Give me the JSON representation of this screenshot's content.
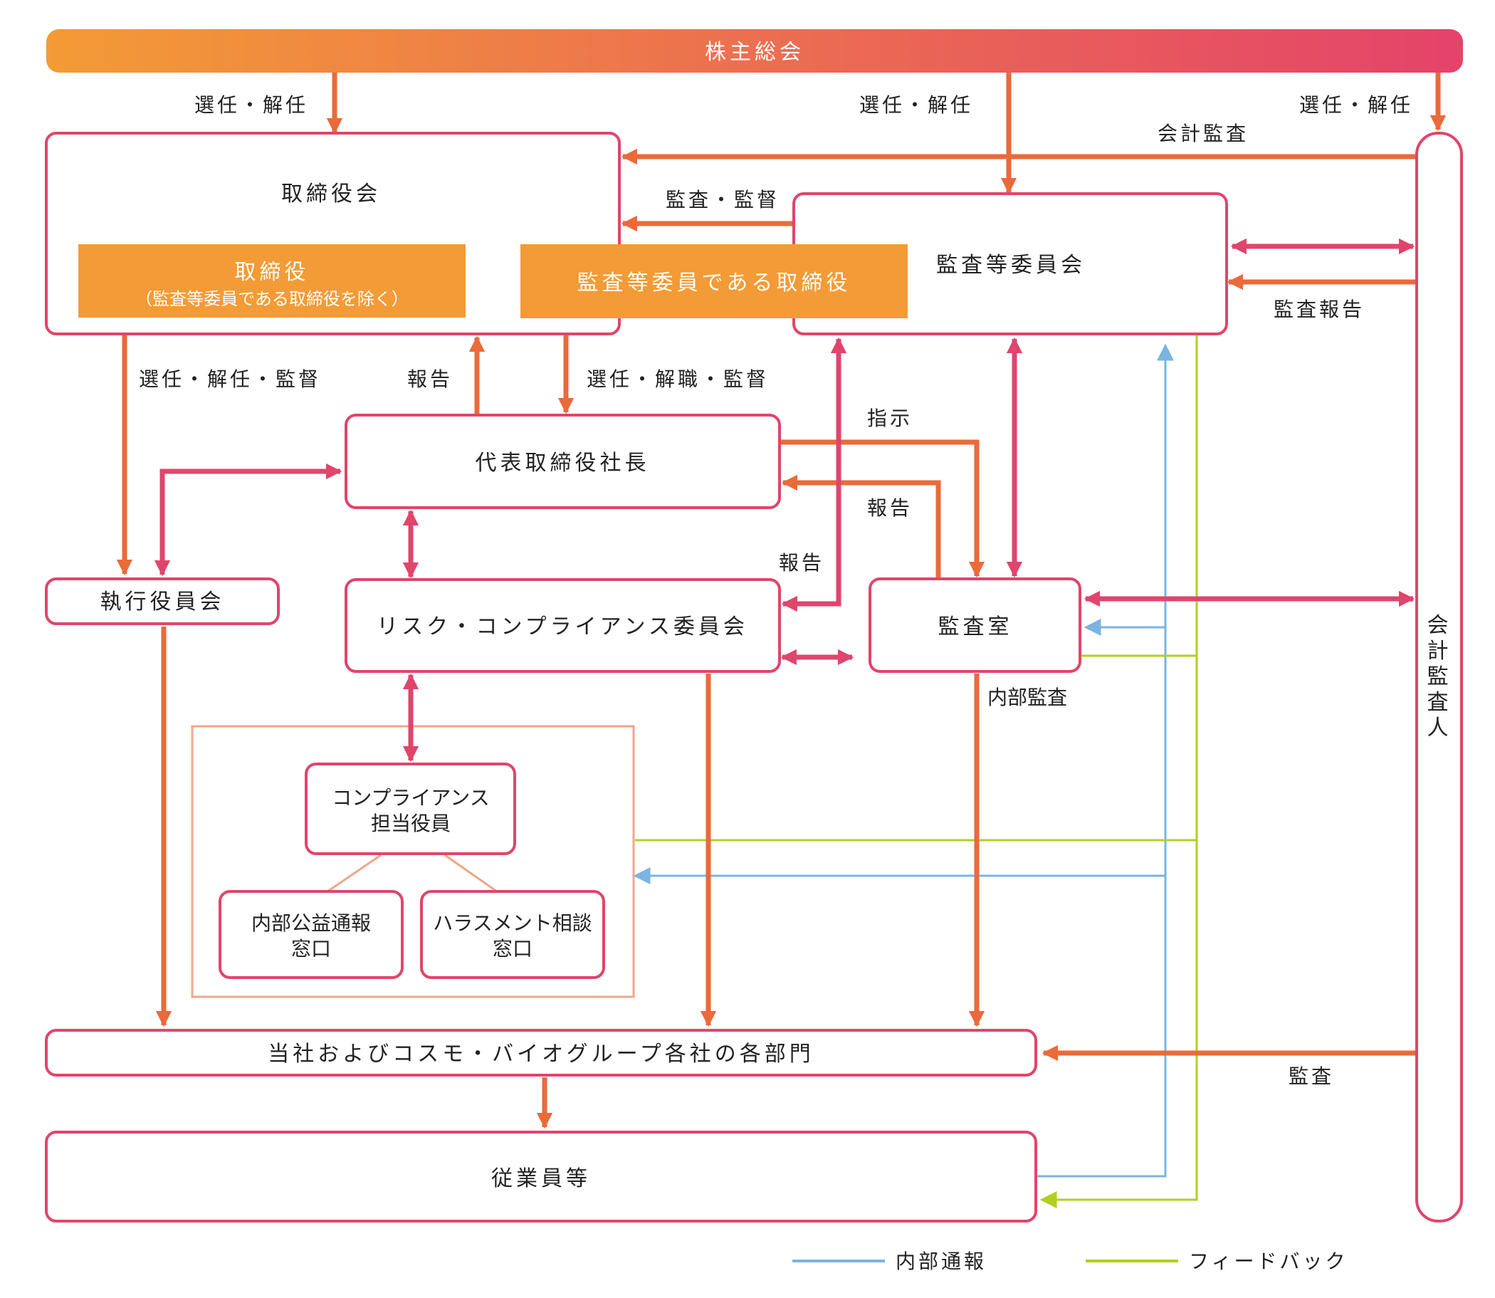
{
  "colors": {
    "orange": "#ea6a3a",
    "pink": "#e0456c",
    "box_border": "#e0456c",
    "orange_fill": "#f39b36",
    "blue": "#7ab4e0",
    "green": "#b3cf1e",
    "compliance_frame": "#f1a58a",
    "gradient_start": "#f39b36",
    "gradient_end": "#e4436a"
  },
  "nodes": {
    "shareholders": "株主総会",
    "board": "取締役会",
    "directors_line1": "取締役",
    "directors_line2": "（監査等委員である取締役を除く）",
    "audit_member_directors": "監査等委員である取締役",
    "audit_committee": "監査等委員会",
    "president": "代表取締役社長",
    "exec_committee": "執行役員会",
    "risk_committee": "リスク・コンプライアンス委員会",
    "audit_office": "監査室",
    "compliance_officer_line1": "コンプライアンス",
    "compliance_officer_line2": "担当役員",
    "whistle_window_line1": "内部公益通報",
    "whistle_window_line2": "窓口",
    "harassment_window_line1": "ハラスメント相談",
    "harassment_window_line2": "窓口",
    "departments": "当社およびコスモ・バイオグループ各社の各部門",
    "employees": "従業員等",
    "accounting_auditor": "会計監査人"
  },
  "labels": {
    "appoint_dismiss_1": "選任・解任",
    "appoint_dismiss_2": "選任・解任",
    "appoint_dismiss_3": "選任・解任",
    "accounting_audit": "会計監査",
    "audit_supervise": "監査・監督",
    "audit_report": "監査報告",
    "appoint_dismiss_supervise": "選任・解任・監督",
    "report_1": "報告",
    "appoint_dismiss_post_supervise": "選任・解職・監督",
    "instruction": "指示",
    "report_2": "報告",
    "report_3": "報告",
    "internal_audit": "内部監査",
    "audit": "監査"
  },
  "legend": {
    "internal_report": "内部通報",
    "feedback": "フィードバック"
  }
}
